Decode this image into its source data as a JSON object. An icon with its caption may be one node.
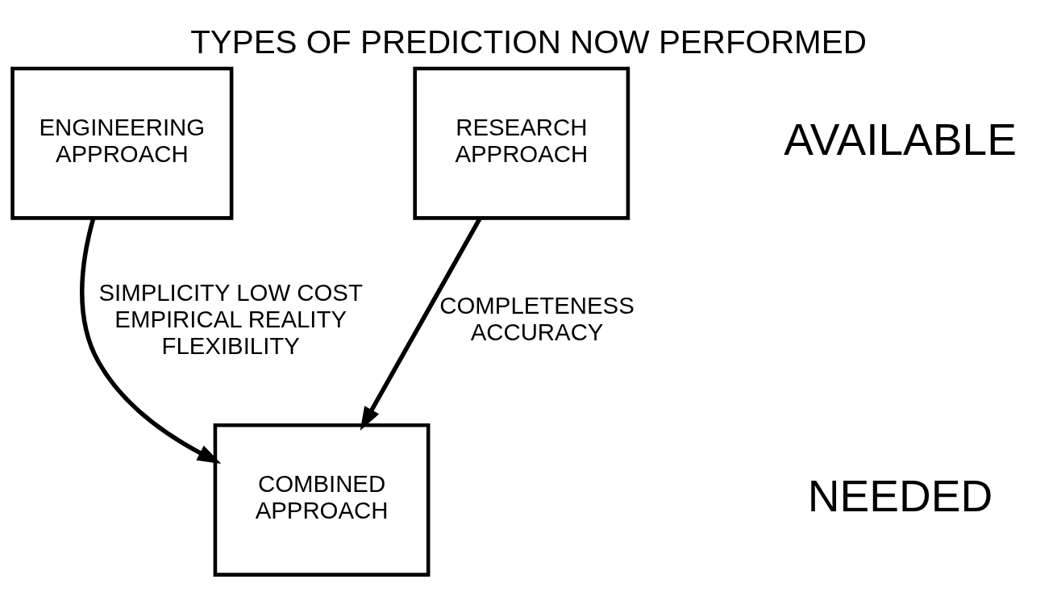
{
  "diagram": {
    "title": "TYPES OF PREDICTION NOW PERFORMED",
    "nodes": [
      {
        "text": [
          "ENGINEERING APPROACH"
        ]
      },
      {
        "text": [
          "RESEARCH APPROACH"
        ]
      },
      {
        "text": [
          "COMBINED APPROACH"
        ]
      }
    ],
    "edges": [
      {
        "from": 0,
        "to": 2,
        "arrow": "to",
        "label": "SIMPLICITY LOW COST EMPIRICAL REALITY FLEXIBILITY"
      },
      {
        "from": 1,
        "to": 2,
        "arrow": "to",
        "label": "COMPLETENESS ACCURACY"
      }
    ],
    "labels": [
      "AVAILABLE",
      "NEEDED"
    ]
  }
}
